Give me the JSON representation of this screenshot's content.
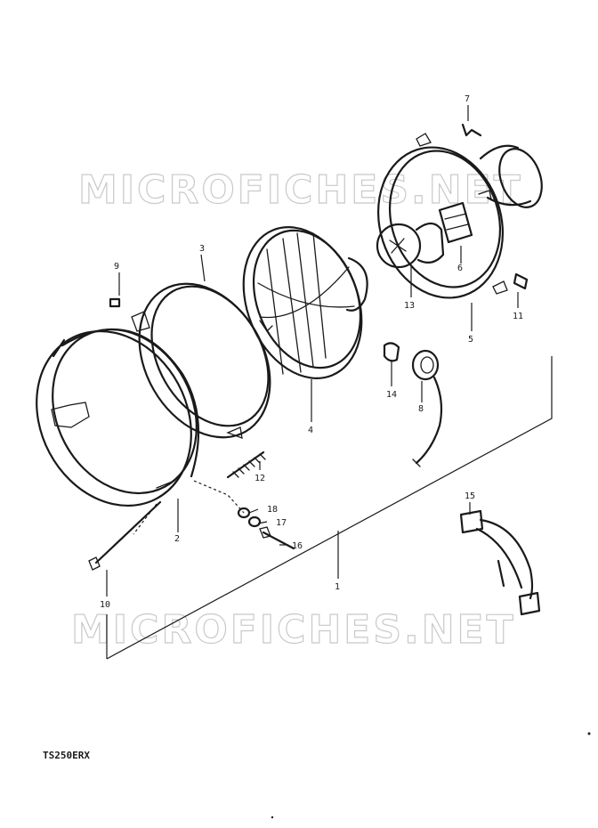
{
  "watermark_top": "MICROFICHES.NET",
  "watermark_bottom": "MICROFICHES.NET",
  "model_code": "TS250ERX",
  "callouts": {
    "n1": "1",
    "n2": "2",
    "n3": "3",
    "n4": "4",
    "n5": "5",
    "n6": "6",
    "n7": "7",
    "n8": "8",
    "n9": "9",
    "n10": "10",
    "n11": "11",
    "n12": "12",
    "n13": "13",
    "n14": "14",
    "n15": "15",
    "n16": "16",
    "n17": "17",
    "n18": "18"
  }
}
